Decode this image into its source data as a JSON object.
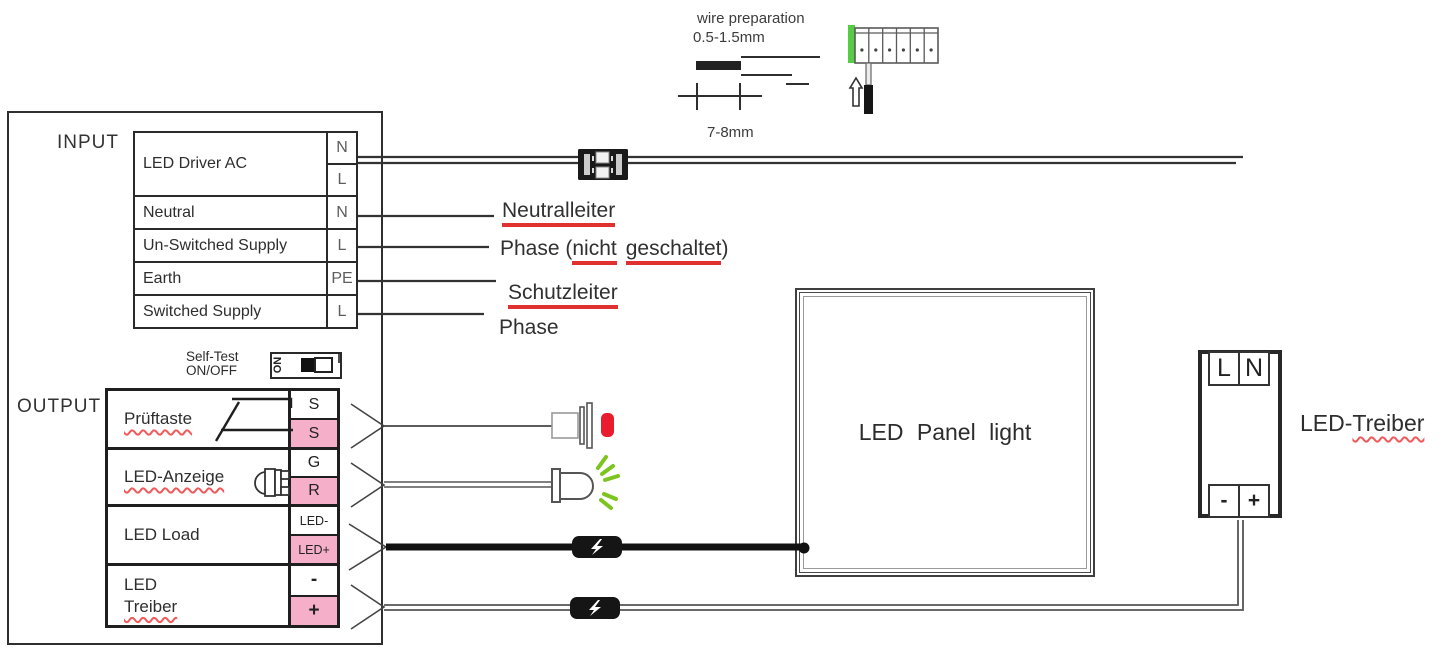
{
  "colors": {
    "line": "#333333",
    "terminal_pink": "#f5afc8",
    "connector_green": "#55cc44",
    "led_ray_green": "#7dc41e",
    "button_red": "#e81c2e",
    "underline_red": "#e03030"
  },
  "icons": {
    "inline_plug_connector": "lightning-bolt-connector",
    "mains_connector": "terminal-strip-connector",
    "test_button": "push-button-red-cap",
    "status_led": "led-with-green-rays",
    "wire_insert": "up-arrow",
    "self_test_switch": "slide-switch"
  },
  "wire_preparation": {
    "title": "wire preparation",
    "gauge": "0.5-1.5mm",
    "strip_length": "7-8mm"
  },
  "input": {
    "section_label": "INPUT",
    "rows": [
      {
        "label": "LED Driver AC",
        "terminals": [
          "N",
          "L"
        ]
      },
      {
        "label": "Neutral",
        "terminals": [
          "N"
        ]
      },
      {
        "label": "Un-Switched Supply",
        "terminals": [
          "L"
        ]
      },
      {
        "label": "Earth",
        "terminals": [
          "PE"
        ]
      },
      {
        "label": "Switched Supply",
        "terminals": [
          "L"
        ]
      }
    ]
  },
  "self_test": {
    "line1": "Self-Test",
    "line2": "ON/OFF",
    "switch_label": "ON"
  },
  "output": {
    "section_label": "OUTPUT",
    "rows": [
      {
        "label": "Prüftaste",
        "terminal_top": "S",
        "terminal_bottom": "S"
      },
      {
        "label": "LED-Anzeige",
        "terminal_top": "G",
        "terminal_bottom": "R"
      },
      {
        "label": "LED Load",
        "terminal_top": "LED-",
        "terminal_bottom": "LED+"
      },
      {
        "label_line1": "LED",
        "label_line2": "Treiber",
        "terminal_top": "-",
        "terminal_bottom": "+"
      }
    ]
  },
  "wire_labels": {
    "neutral": "Neutralleiter",
    "phase_unswitched_prefix": "Phase (",
    "phase_unswitched_word1": "nicht",
    "phase_unswitched_word2": "geschaltet",
    "phase_unswitched_suffix": ")",
    "earth": "Schutzleiter",
    "phase_switched": "Phase"
  },
  "panel": {
    "label": "LED Panel light"
  },
  "driver": {
    "label_prefix": "LED-",
    "label_word": "Treiber",
    "terminals_top": [
      "L",
      "N"
    ],
    "terminals_bottom": [
      "-",
      "+"
    ]
  }
}
